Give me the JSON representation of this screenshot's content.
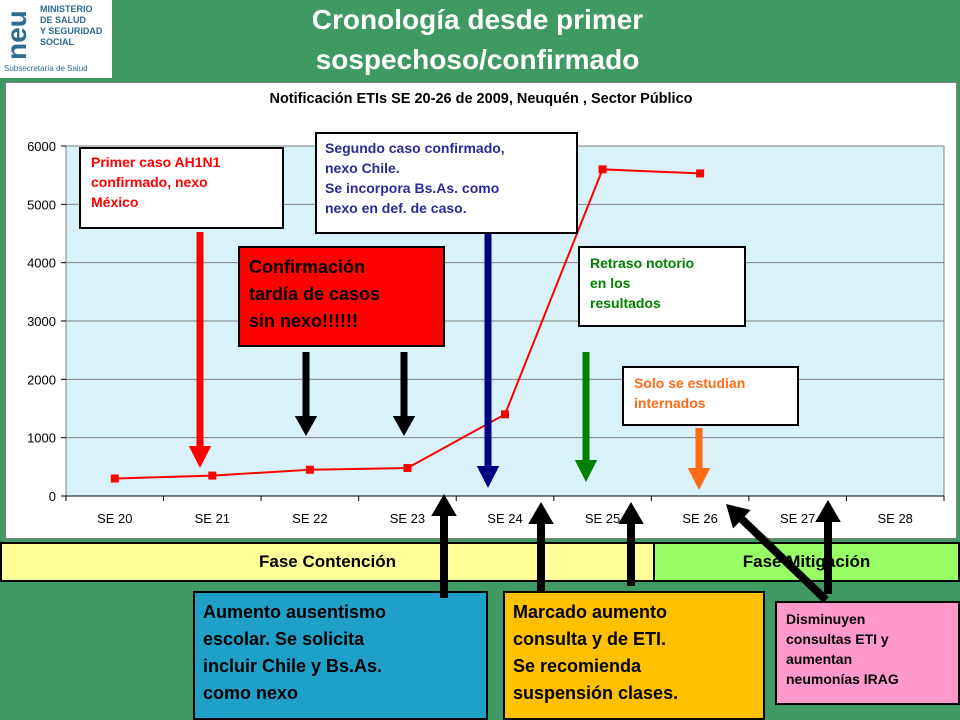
{
  "header": {
    "title_line1": "Cronología desde primer",
    "title_line2": "sospechoso/confirmado",
    "logo": {
      "mark": "neu",
      "line1": "MINISTERIO",
      "line2": "DE SALUD",
      "line3": "Y SEGURIDAD",
      "line4": "SOCIAL",
      "sub": "Subsecretaría de Salud"
    }
  },
  "chart_data": {
    "type": "line",
    "title": "Notificación ETIs SE 20-26 de 2009, Neuquén , Sector Público",
    "categories": [
      "SE 20",
      "SE 21",
      "SE 22",
      "SE 23",
      "SE 24",
      "SE 25",
      "SE 26",
      "SE 27",
      "SE 28"
    ],
    "series": [
      {
        "values": [
          300,
          350,
          450,
          480,
          1400,
          5600,
          5530,
          null,
          null
        ]
      }
    ],
    "y_ticks": [
      "0",
      "1000",
      "2000",
      "3000",
      "4000",
      "5000",
      "6000"
    ],
    "ylim": [
      0,
      6000
    ],
    "xlabel": "",
    "ylabel": "",
    "grid": "horizontal",
    "colors": {
      "line": "#ff0000",
      "plot_bg": "#d9f2f9",
      "gridline": "#808080"
    }
  },
  "annotations": {
    "primer_caso": [
      "Primer caso AH1N1",
      "confirmado, nexo",
      "México"
    ],
    "segundo_caso": [
      "Segundo caso confirmado,",
      "nexo Chile.",
      "Se incorpora Bs.As. como",
      "nexo en def. de caso."
    ],
    "confirmacion": [
      "Confirmación",
      "tardía de casos",
      "sin nexo!!!!!!"
    ],
    "retraso": [
      "Retraso notorio",
      "en los",
      "resultados"
    ],
    "solo": [
      "Solo se estudian",
      "internados"
    ],
    "ausentismo": [
      "Aumento  ausentismo",
      "escolar. Se solicita",
      "incluir Chile y Bs.As.",
      "como nexo"
    ],
    "marcado": [
      "Marcado aumento",
      "consulta y de ETI.",
      "Se recomienda",
      "suspensión clases."
    ],
    "disminuyen": [
      "Disminuyen",
      "consultas ETI y",
      "aumentan",
      "neumonías IRAG"
    ]
  },
  "phases": {
    "contencion": "Fase Contención",
    "mitigacion": "Fase Mitigación"
  },
  "colors": {
    "background": "#3e9a62",
    "red_arrow": "#ff0000",
    "navy_arrow": "#000080",
    "green_arrow": "#008000",
    "orange_arrow": "#ff6a14",
    "black_arrow": "#000000",
    "contencion_bg": "#ffff99",
    "mitigacion_bg": "#99ff66",
    "confirmacion_bg": "#ff0000",
    "ausentismo_bg": "#1ea0c8",
    "marcado_bg": "#ffc000",
    "disminuyen_bg": "#ff99cc"
  }
}
